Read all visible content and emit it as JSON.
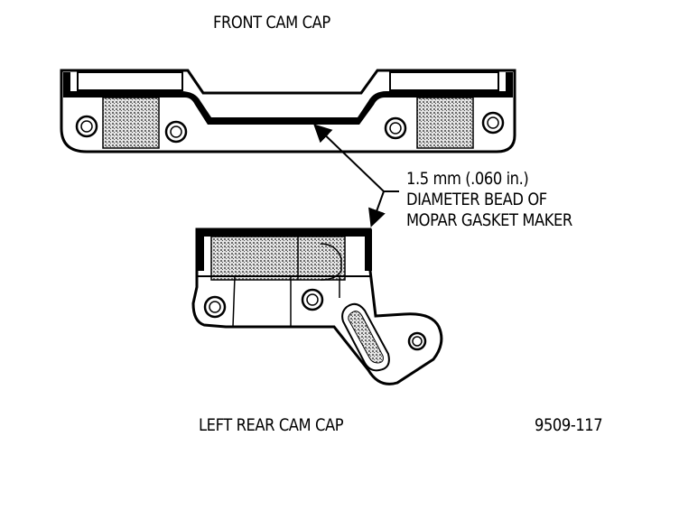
{
  "labels": {
    "front_cap": "FRONT CAM CAP",
    "rear_cap": "LEFT REAR CAM CAP",
    "figure_number": "9509-117",
    "callout": {
      "line1": "1.5 mm (.060 in.)",
      "line2": "DIAMETER BEAD OF",
      "line3": "MOPAR GASKET MAKER"
    }
  }
}
